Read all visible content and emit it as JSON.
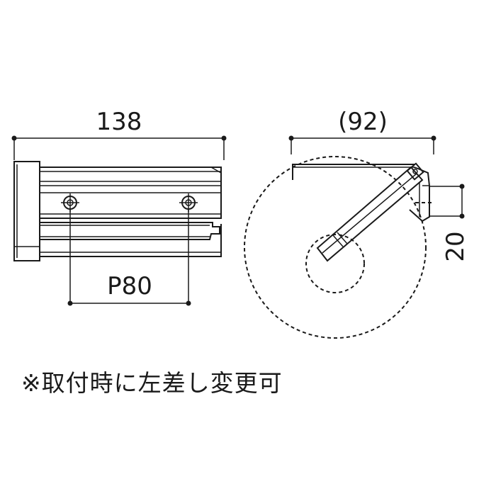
{
  "front_view": {
    "width_dimension": "138",
    "pitch_dimension": "P80"
  },
  "side_view": {
    "depth_dimension": "(92)",
    "height_dimension": "20"
  },
  "note": "※取付時に左差し変更可"
}
